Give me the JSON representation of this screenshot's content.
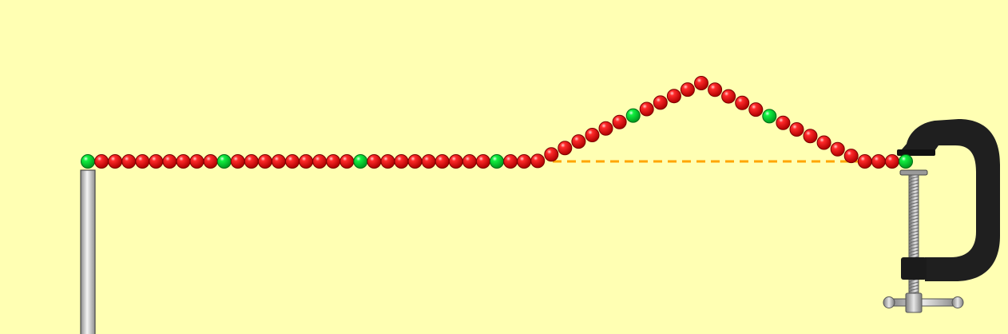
{
  "background_color": "#ffffb3",
  "colors": {
    "bead_red": "#ff0000",
    "bead_green": "#00ee33",
    "reference_line": "#ffa500",
    "post_metal": "#b9b9b9",
    "clamp_body": "#1f1f1f"
  },
  "string": {
    "total_beads": 61,
    "green_marker_every": 10,
    "pulse_shape": "triangular",
    "pulse_direction": "up"
  },
  "icons": {
    "left_support": "post-icon",
    "right_support": "c-clamp-icon"
  }
}
